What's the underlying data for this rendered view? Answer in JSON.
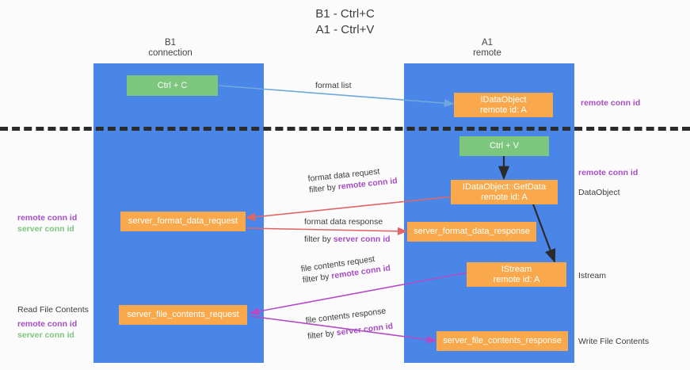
{
  "title": {
    "line1": "B1 - Ctrl+C",
    "line2": "A1 - Ctrl+V"
  },
  "lanes": [
    {
      "id": "b1",
      "name": "B1",
      "sub": "connection"
    },
    {
      "id": "a1",
      "name": "A1",
      "sub": "remote"
    }
  ],
  "boxes": {
    "ctrl_c": {
      "line1": "Ctrl + C",
      "line2": ""
    },
    "idataobject": {
      "line1": "IDataObject",
      "line2": "remote id: A"
    },
    "ctrl_v": {
      "line1": "Ctrl + V",
      "line2": ""
    },
    "idataobject_getdata": {
      "line1": "IDataObject::GetData",
      "line2": "remote id: A"
    },
    "server_format_data_request": {
      "line1": "server_format_data_request",
      "line2": ""
    },
    "server_format_data_response": {
      "line1": "server_format_data_response",
      "line2": ""
    },
    "istream": {
      "line1": "IStream",
      "line2": "remote id: A"
    },
    "server_file_contents_request": {
      "line1": "server_file_contents_request",
      "line2": ""
    },
    "server_file_contents_response": {
      "line1": "server_file_contents_response",
      "line2": ""
    }
  },
  "edge_labels": {
    "format_list": {
      "l1": "format list",
      "l2_prefix": "",
      "l2_highlight": ""
    },
    "format_data_request": {
      "l1": "format data request",
      "l2_prefix": "filter by ",
      "l2_highlight": "remote conn id"
    },
    "format_data_response": {
      "l1": "format data response",
      "l2_prefix": "filter by ",
      "l2_highlight": "server conn id"
    },
    "file_contents_request": {
      "l1": "file contents request",
      "l2_prefix": "filter by ",
      "l2_highlight": "remote conn id"
    },
    "file_contents_response": {
      "l1": "file contents response",
      "l2_prefix": "filter by ",
      "l2_highlight": "server conn id"
    }
  },
  "side_labels": {
    "right_remote_top": "remote conn id",
    "right_remote_mid": "remote conn id",
    "right_dataobject": "DataObject",
    "right_istream": "Istream",
    "right_write_file": "Write File Contents",
    "left_remote_mid": "remote conn id",
    "left_server_mid": "server conn id",
    "left_read_file": "Read File Contents",
    "left_remote_bottom": "remote conn id",
    "left_server_bottom": "server conn id"
  },
  "colors": {
    "lane": "#4a86e8",
    "box_orange": "#f9a94c",
    "box_green": "#7dc67d",
    "accent_purple": "#a64ec4",
    "accent_green": "#7dc67d",
    "arrow_blue": "#6fa8dc",
    "arrow_red": "#e06666",
    "arrow_magenta": "#b34cc4",
    "arrow_black": "#2b2b2b",
    "divider": "#2b2b2b"
  }
}
